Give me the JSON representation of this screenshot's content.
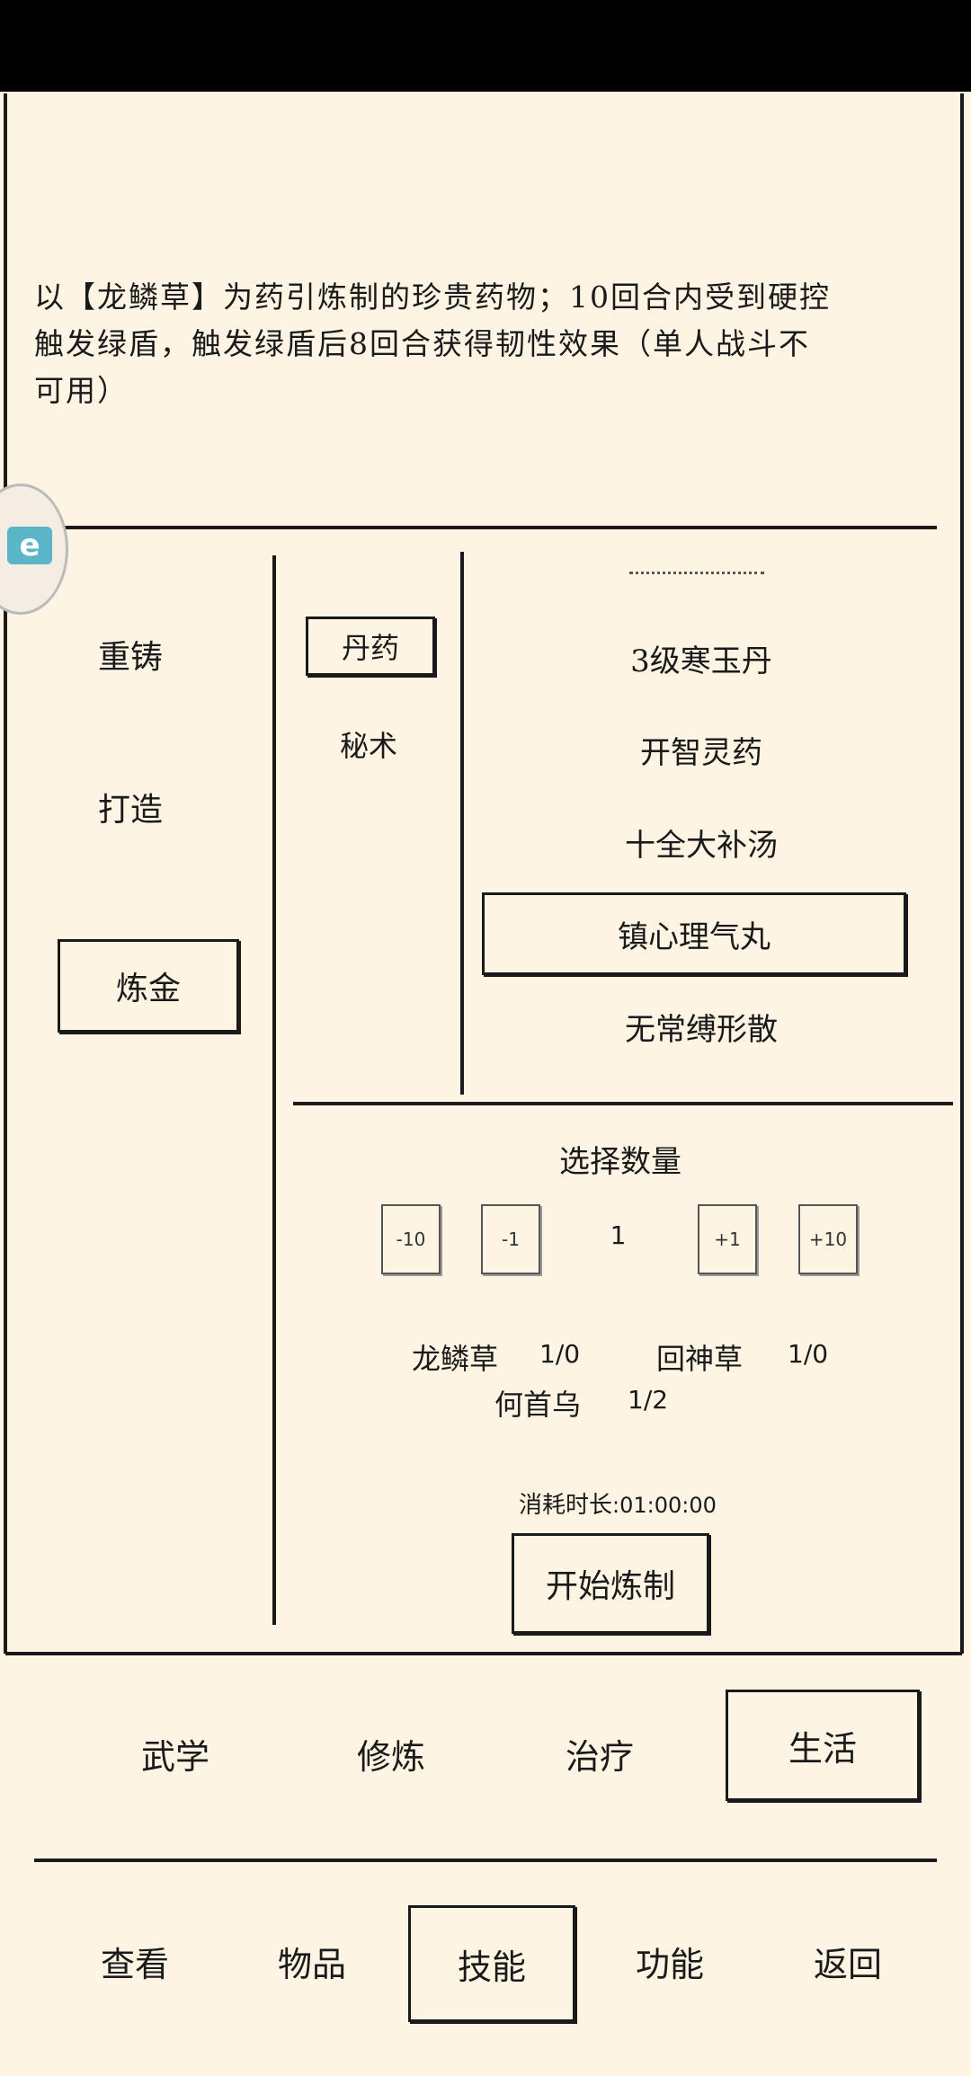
{
  "description": {
    "line1": "以【龙鳞草】为药引炼制的珍贵药物；10回合内受到硬控",
    "line2": "触发绿盾，触发绿盾后8回合获得韧性效果（单人战斗不",
    "line3": "可用）"
  },
  "craft_types": [
    {
      "label": "重铸",
      "selected": false
    },
    {
      "label": "打造",
      "selected": false
    },
    {
      "label": "炼金",
      "selected": true
    }
  ],
  "categories": [
    {
      "label": "丹药",
      "selected": true
    },
    {
      "label": "秘术",
      "selected": false
    }
  ],
  "recipes": [
    {
      "label": "3级寒玉丹",
      "selected": false
    },
    {
      "label": "开智灵药",
      "selected": false
    },
    {
      "label": "十全大补汤",
      "selected": false
    },
    {
      "label": "镇心理气丸",
      "selected": true
    },
    {
      "label": "无常缚形散",
      "selected": false
    }
  ],
  "quantity": {
    "title": "选择数量",
    "minus10": "-10",
    "minus1": "-1",
    "value": "1",
    "plus1": "+1",
    "plus10": "+10"
  },
  "materials": [
    {
      "name": "龙鳞草",
      "count": "1/0"
    },
    {
      "name": "回神草",
      "count": "1/0"
    },
    {
      "name": "何首乌",
      "count": "1/2"
    }
  ],
  "duration": {
    "label": "消耗时长",
    "value": ":01:00:00"
  },
  "start_button": "开始炼制",
  "skill_tabs": [
    {
      "label": "武学",
      "selected": false
    },
    {
      "label": "修炼",
      "selected": false
    },
    {
      "label": "治疗",
      "selected": false
    },
    {
      "label": "生活",
      "selected": true
    }
  ],
  "bottom_nav": [
    {
      "label": "查看",
      "selected": false
    },
    {
      "label": "物品",
      "selected": false
    },
    {
      "label": "技能",
      "selected": true
    },
    {
      "label": "功能",
      "selected": false
    },
    {
      "label": "返回",
      "selected": false
    }
  ],
  "floating_icon": "e"
}
